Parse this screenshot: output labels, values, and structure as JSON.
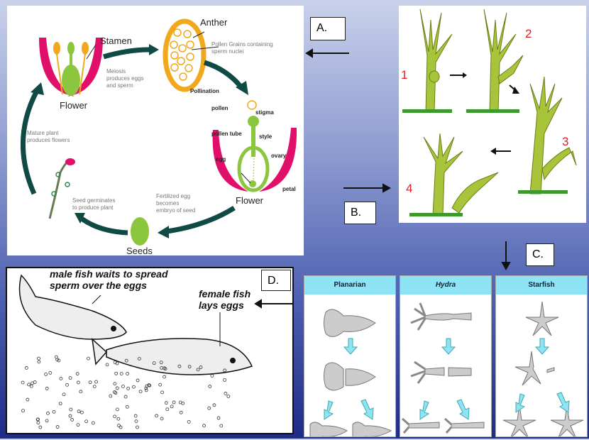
{
  "plant_cycle": {
    "title_labels": {
      "stamen": "Stamen",
      "anther": "Anther",
      "flower_left": "Flower",
      "flower_right": "Flower",
      "seeds": "Seeds"
    },
    "notes": {
      "pollen_grains": "Pollen Grains containing\nsperm nuclei",
      "meiosis": "Meiosis\nproduces eggs\nand sperm",
      "mature": "Mature plant\nproduces flowers",
      "germinates": "Seed germinates\nto produce plant",
      "fertilized": "Fertilized egg\nbecomes\nembryo of seed"
    },
    "parts": {
      "pollination": "Pollination",
      "pollen": "pollen",
      "stigma": "stigma",
      "pollen_tube": "pollen tube",
      "style": "style",
      "ovary": "ovary",
      "egg": "egg",
      "petal": "petal"
    }
  },
  "hydra_stages": [
    "1",
    "2",
    "3",
    "4"
  ],
  "boxes": {
    "a": "A.",
    "b": "B.",
    "c": "C.",
    "d": "D."
  },
  "regeneration_table": {
    "columns": [
      "Planarian",
      "Hydra",
      "Starfish"
    ]
  },
  "fish": {
    "male": "male fish waits to spread\nsperm over the eggs",
    "female": "female fish\nlays eggs"
  },
  "colors": {
    "arrow": "#0f4a44",
    "petal": "#e0106a",
    "green": "#8cc63f",
    "anther": "#f2a81d",
    "hydra": "#a8c43a",
    "table_header": "#8ee4f4"
  }
}
